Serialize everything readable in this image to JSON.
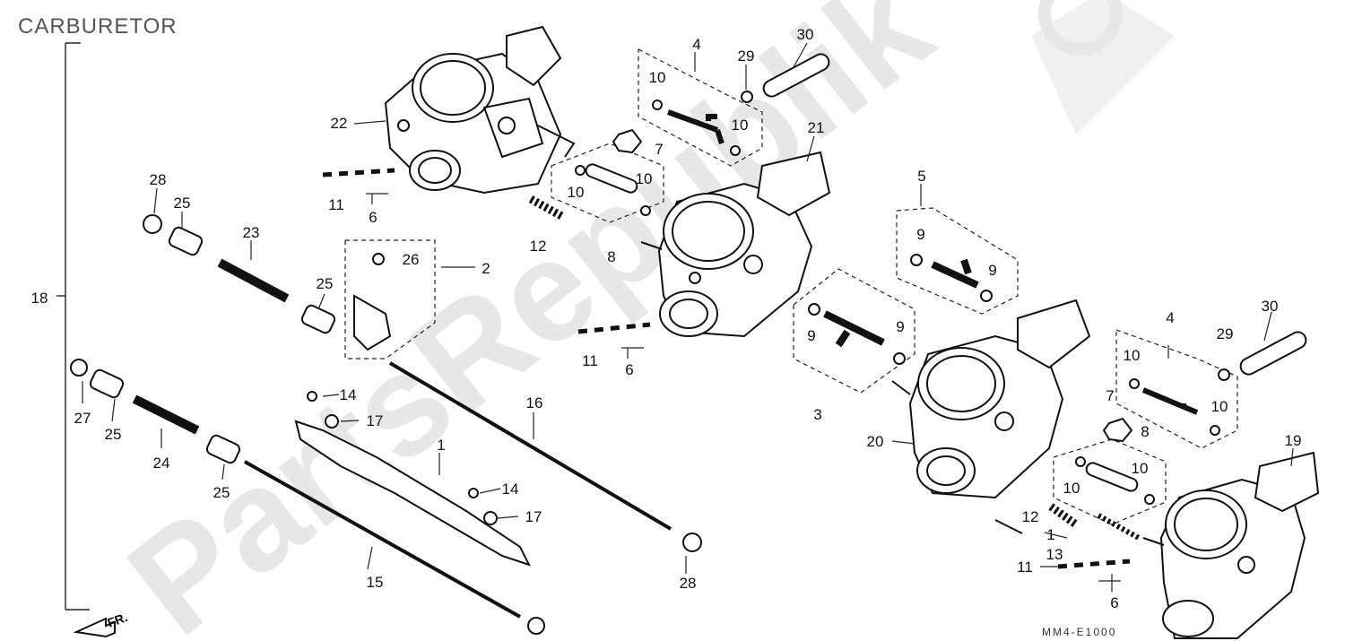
{
  "title": "CARBURETOR",
  "front_marker": "FR.",
  "footer_code": "MM4-E1000",
  "watermark": {
    "text": "PartsRepublik",
    "color": "#d8d8d8"
  },
  "callouts": [
    {
      "id": "c1",
      "label": "1"
    },
    {
      "id": "c1b",
      "label": "1"
    },
    {
      "id": "c2",
      "label": "2"
    },
    {
      "id": "c3",
      "label": "3"
    },
    {
      "id": "c4",
      "label": "4"
    },
    {
      "id": "c4b",
      "label": "4"
    },
    {
      "id": "c5",
      "label": "5"
    },
    {
      "id": "c6",
      "label": "6"
    },
    {
      "id": "c6b",
      "label": "6"
    },
    {
      "id": "c6c",
      "label": "6"
    },
    {
      "id": "c7",
      "label": "7"
    },
    {
      "id": "c7b",
      "label": "7"
    },
    {
      "id": "c8",
      "label": "8"
    },
    {
      "id": "c8b",
      "label": "8"
    },
    {
      "id": "c9a",
      "label": "9"
    },
    {
      "id": "c9b",
      "label": "9"
    },
    {
      "id": "c9c",
      "label": "9"
    },
    {
      "id": "c9d",
      "label": "9"
    },
    {
      "id": "c10a",
      "label": "10"
    },
    {
      "id": "c10b",
      "label": "10"
    },
    {
      "id": "c10c",
      "label": "10"
    },
    {
      "id": "c10d",
      "label": "10"
    },
    {
      "id": "c10e",
      "label": "10"
    },
    {
      "id": "c10f",
      "label": "10"
    },
    {
      "id": "c10g",
      "label": "10"
    },
    {
      "id": "c10h",
      "label": "10"
    },
    {
      "id": "c11a",
      "label": "11"
    },
    {
      "id": "c11b",
      "label": "11"
    },
    {
      "id": "c11c",
      "label": "11"
    },
    {
      "id": "c12a",
      "label": "12"
    },
    {
      "id": "c12b",
      "label": "12"
    },
    {
      "id": "c13",
      "label": "13"
    },
    {
      "id": "c14a",
      "label": "14"
    },
    {
      "id": "c14b",
      "label": "14"
    },
    {
      "id": "c15",
      "label": "15"
    },
    {
      "id": "c16",
      "label": "16"
    },
    {
      "id": "c17a",
      "label": "17"
    },
    {
      "id": "c17b",
      "label": "17"
    },
    {
      "id": "c18",
      "label": "18"
    },
    {
      "id": "c19",
      "label": "19"
    },
    {
      "id": "c20",
      "label": "20"
    },
    {
      "id": "c21",
      "label": "21"
    },
    {
      "id": "c22",
      "label": "22"
    },
    {
      "id": "c23",
      "label": "23"
    },
    {
      "id": "c24",
      "label": "24"
    },
    {
      "id": "c25a",
      "label": "25"
    },
    {
      "id": "c25b",
      "label": "25"
    },
    {
      "id": "c25c",
      "label": "25"
    },
    {
      "id": "c25d",
      "label": "25"
    },
    {
      "id": "c26",
      "label": "26"
    },
    {
      "id": "c27",
      "label": "27"
    },
    {
      "id": "c28a",
      "label": "28"
    },
    {
      "id": "c28b",
      "label": "28"
    },
    {
      "id": "c29a",
      "label": "29"
    },
    {
      "id": "c29b",
      "label": "29"
    },
    {
      "id": "c30a",
      "label": "30"
    },
    {
      "id": "c30b",
      "label": "30"
    }
  ]
}
